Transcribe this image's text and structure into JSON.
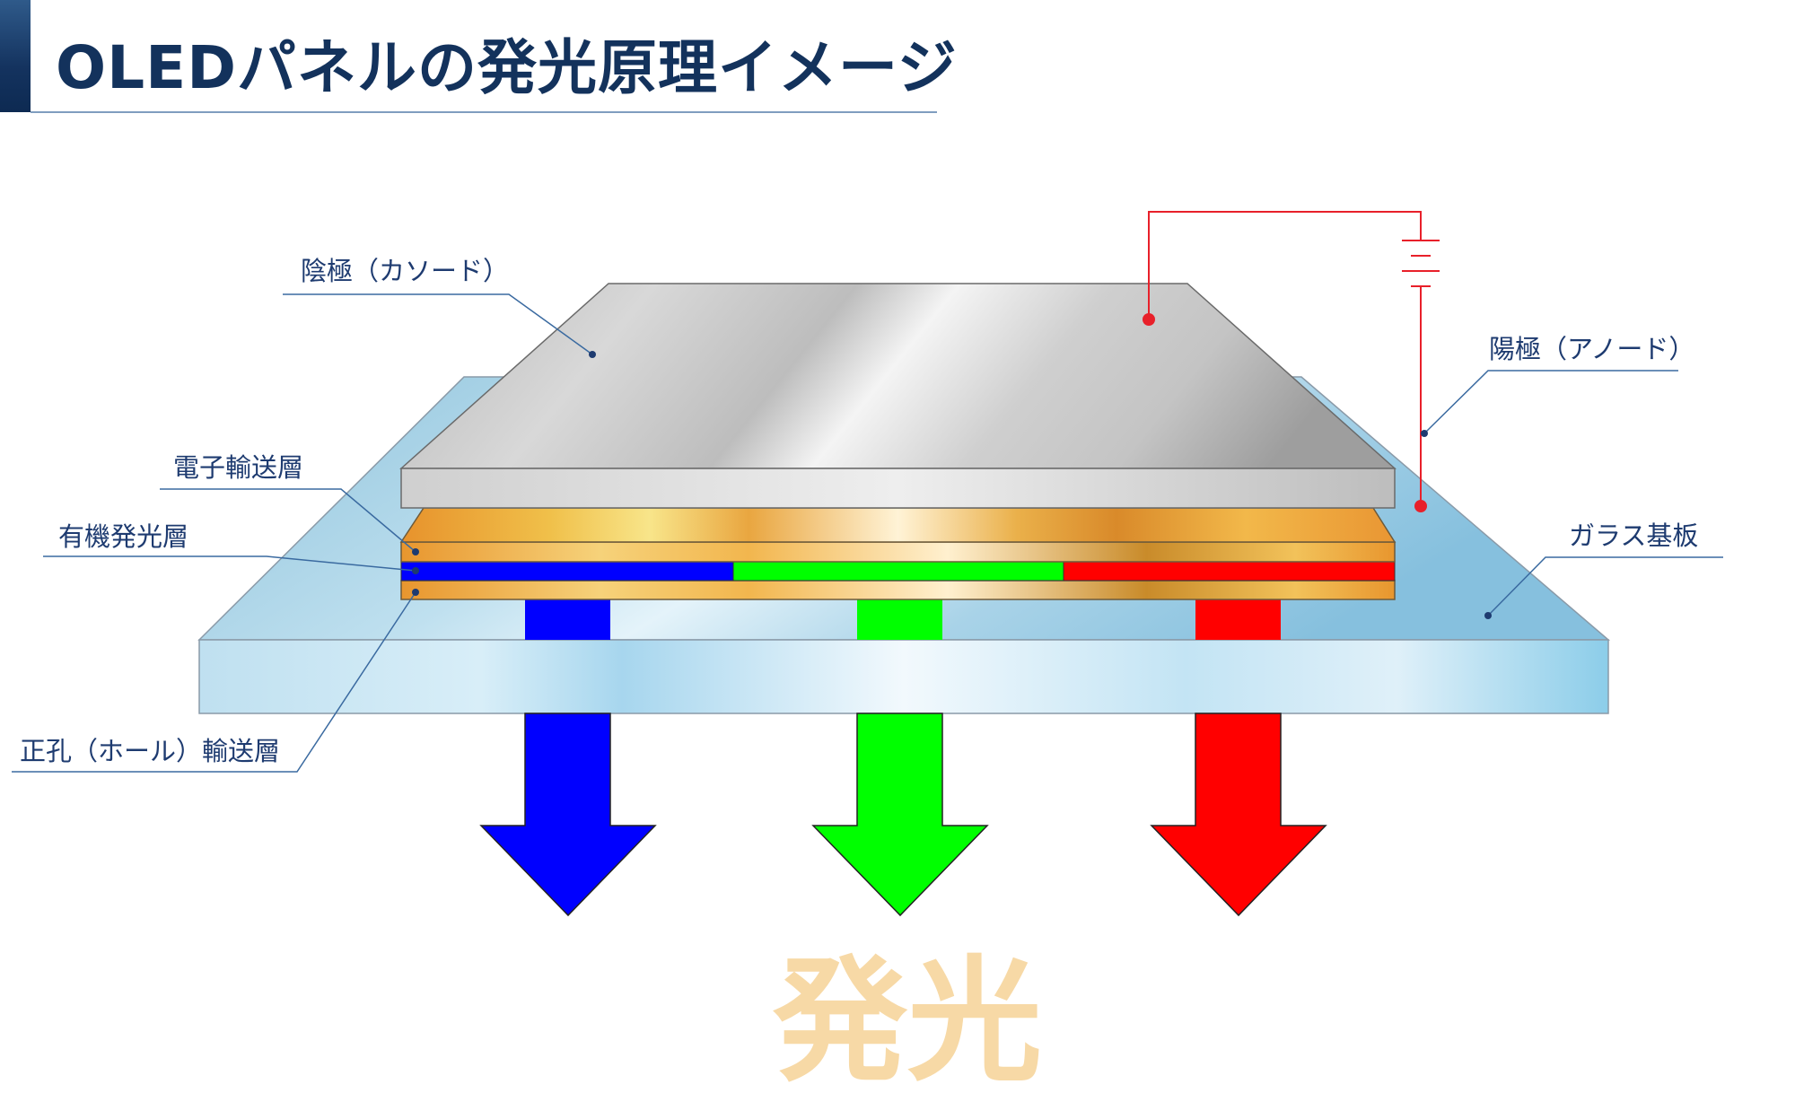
{
  "title": "OLEDパネルの発光原理イメージ",
  "labels": {
    "cathode": "陰極（カソード）",
    "anode": "陽極（アノード）",
    "electron_transport": "電子輸送層",
    "emissive": "有機発光層",
    "glass": "ガラス基板",
    "hole_transport": "正孔（ホール）輸送層"
  },
  "emission": "発光",
  "colors": {
    "title": "#13325c",
    "blue": "#0000ff",
    "green": "#00ff00",
    "red": "#ff0000",
    "wire": "#e8202a",
    "emission_text": "#f7d9a6"
  }
}
